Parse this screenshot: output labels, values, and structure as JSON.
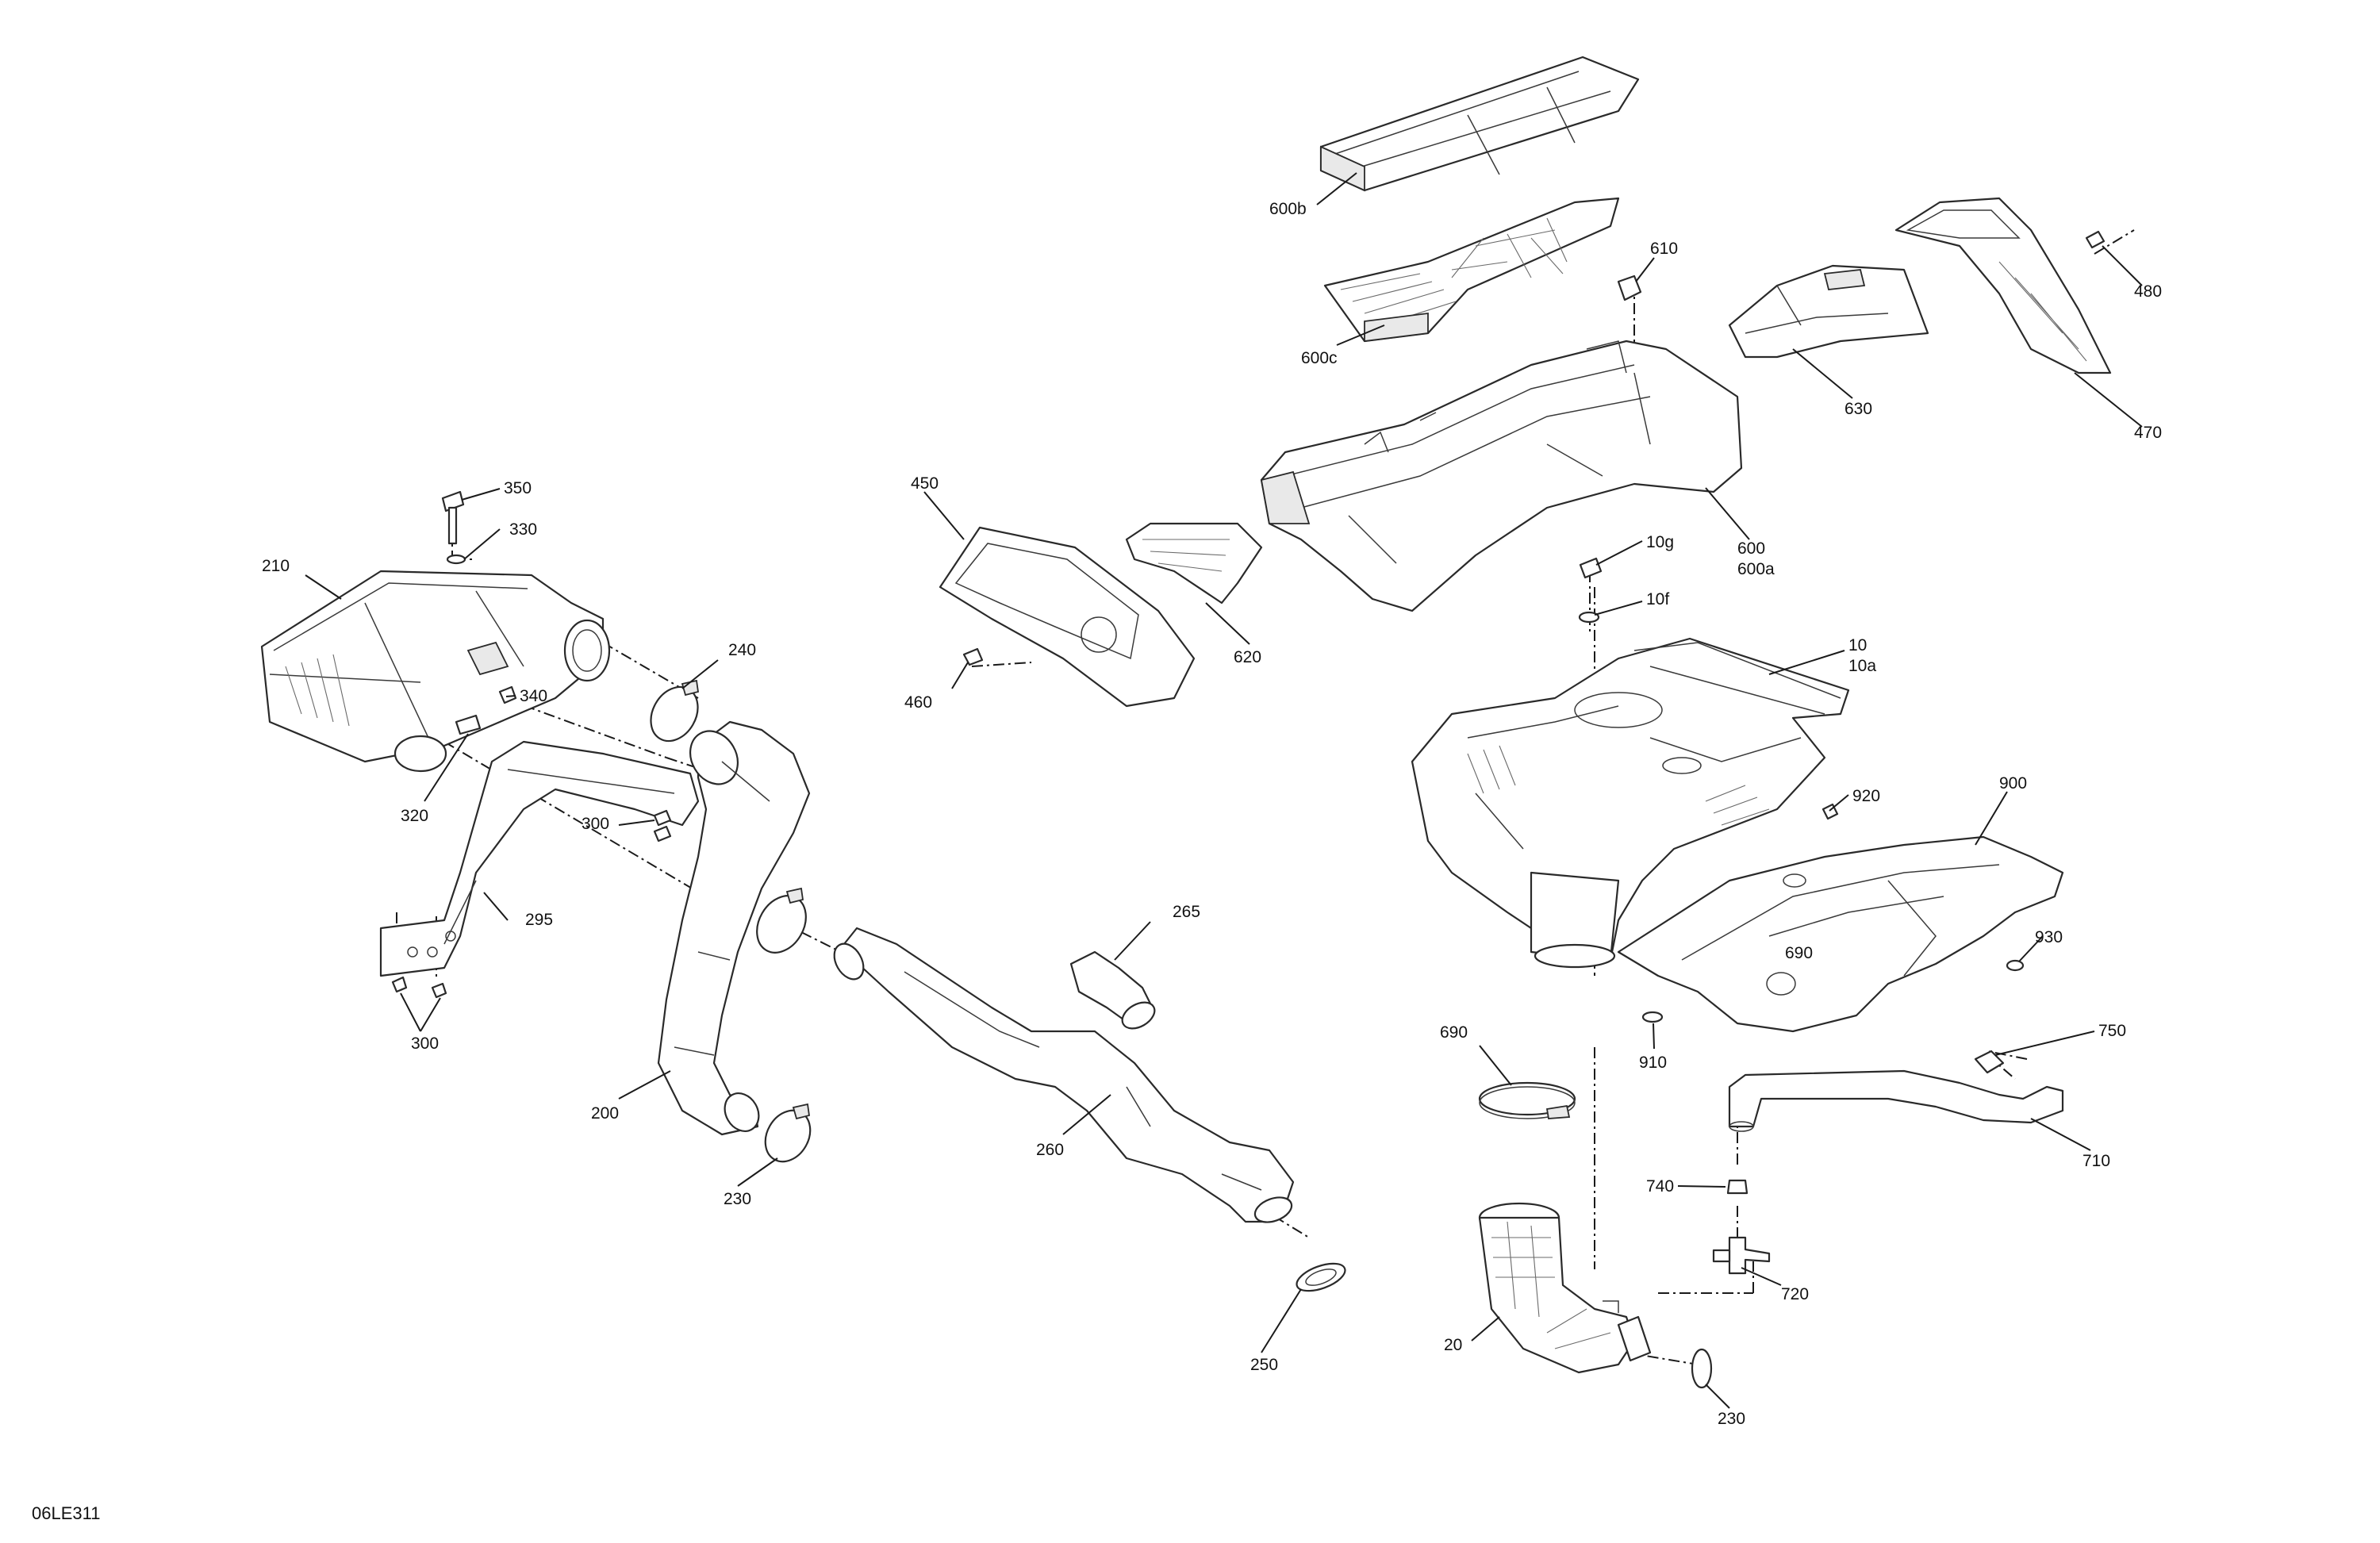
{
  "drawing_ref": "06LE311",
  "callouts": {
    "c600b": "600b",
    "c600c": "600c",
    "c610": "610",
    "c480": "480",
    "c630": "630",
    "c470": "470",
    "c600": "600",
    "c600a": "600a",
    "c450": "450",
    "c620": "620",
    "c460": "460",
    "c10g": "10g",
    "c10f": "10f",
    "c10": "10",
    "c10a": "10a",
    "c920": "920",
    "c900": "900",
    "c930": "930",
    "c690a": "690",
    "c690b": "690",
    "c910": "910",
    "c750": "750",
    "c710": "710",
    "c740": "740",
    "c720": "720",
    "c20": "20",
    "c230b": "230",
    "c350": "350",
    "c330": "330",
    "c210": "210",
    "c240": "240",
    "c340": "340",
    "c320": "320",
    "c300a": "300",
    "c295": "295",
    "c300b": "300",
    "c265": "265",
    "c200": "200",
    "c260": "260",
    "c230a": "230",
    "c250": "250"
  }
}
